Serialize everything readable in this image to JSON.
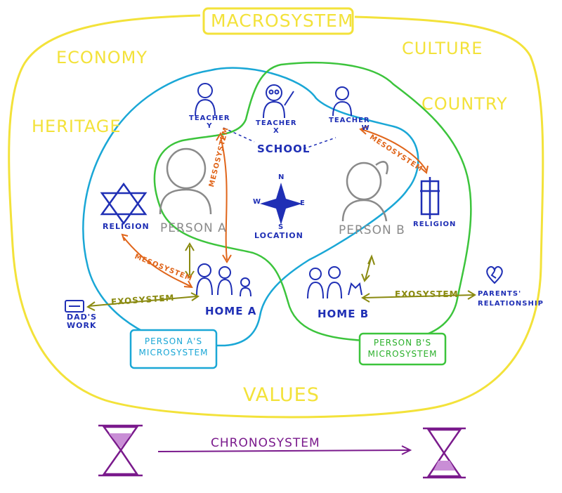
{
  "colors": {
    "macro": "#f3e23a",
    "micro_a": "#1aa7d6",
    "micro_b": "#3cc43c",
    "meso": "#e0651a",
    "exo": "#8a8a10",
    "chrono": "#7a1a8c",
    "ink": "#1f2fb5",
    "person": "#8a8a8a"
  },
  "macrosystem": {
    "title": "MACROSYSTEM",
    "factors": [
      "ECONOMY",
      "CULTURE",
      "HERITAGE",
      "COUNTRY",
      "VALUES"
    ]
  },
  "school": {
    "label": "SCHOOL",
    "teacher_y": "TEACHER\nY",
    "teacher_x": "TEACHER\nX",
    "teacher_w": "TEACHER\nW"
  },
  "persons": {
    "a": "PERSON A",
    "b": "PERSON B"
  },
  "location": {
    "label": "LOCATION",
    "n": "N",
    "s": "S",
    "e": "E",
    "w": "W"
  },
  "religion_a": "RELIGION",
  "religion_b": "RELIGION",
  "homes": {
    "a": "HOME A",
    "b": "HOME B"
  },
  "mesosystem_label": "MESOSYSTEM",
  "exosystem_label": "EXOSYSTEM",
  "dads_work": "DAD'S\nWORK",
  "parents_relationship": "PARENTS'\nRELATIONSHIP",
  "micro_a_box": "PERSON A'S\nMICROSYSTEM",
  "micro_b_box": "PERSON B'S\nMICROSYSTEM",
  "chronosystem": "CHRONOSYSTEM"
}
